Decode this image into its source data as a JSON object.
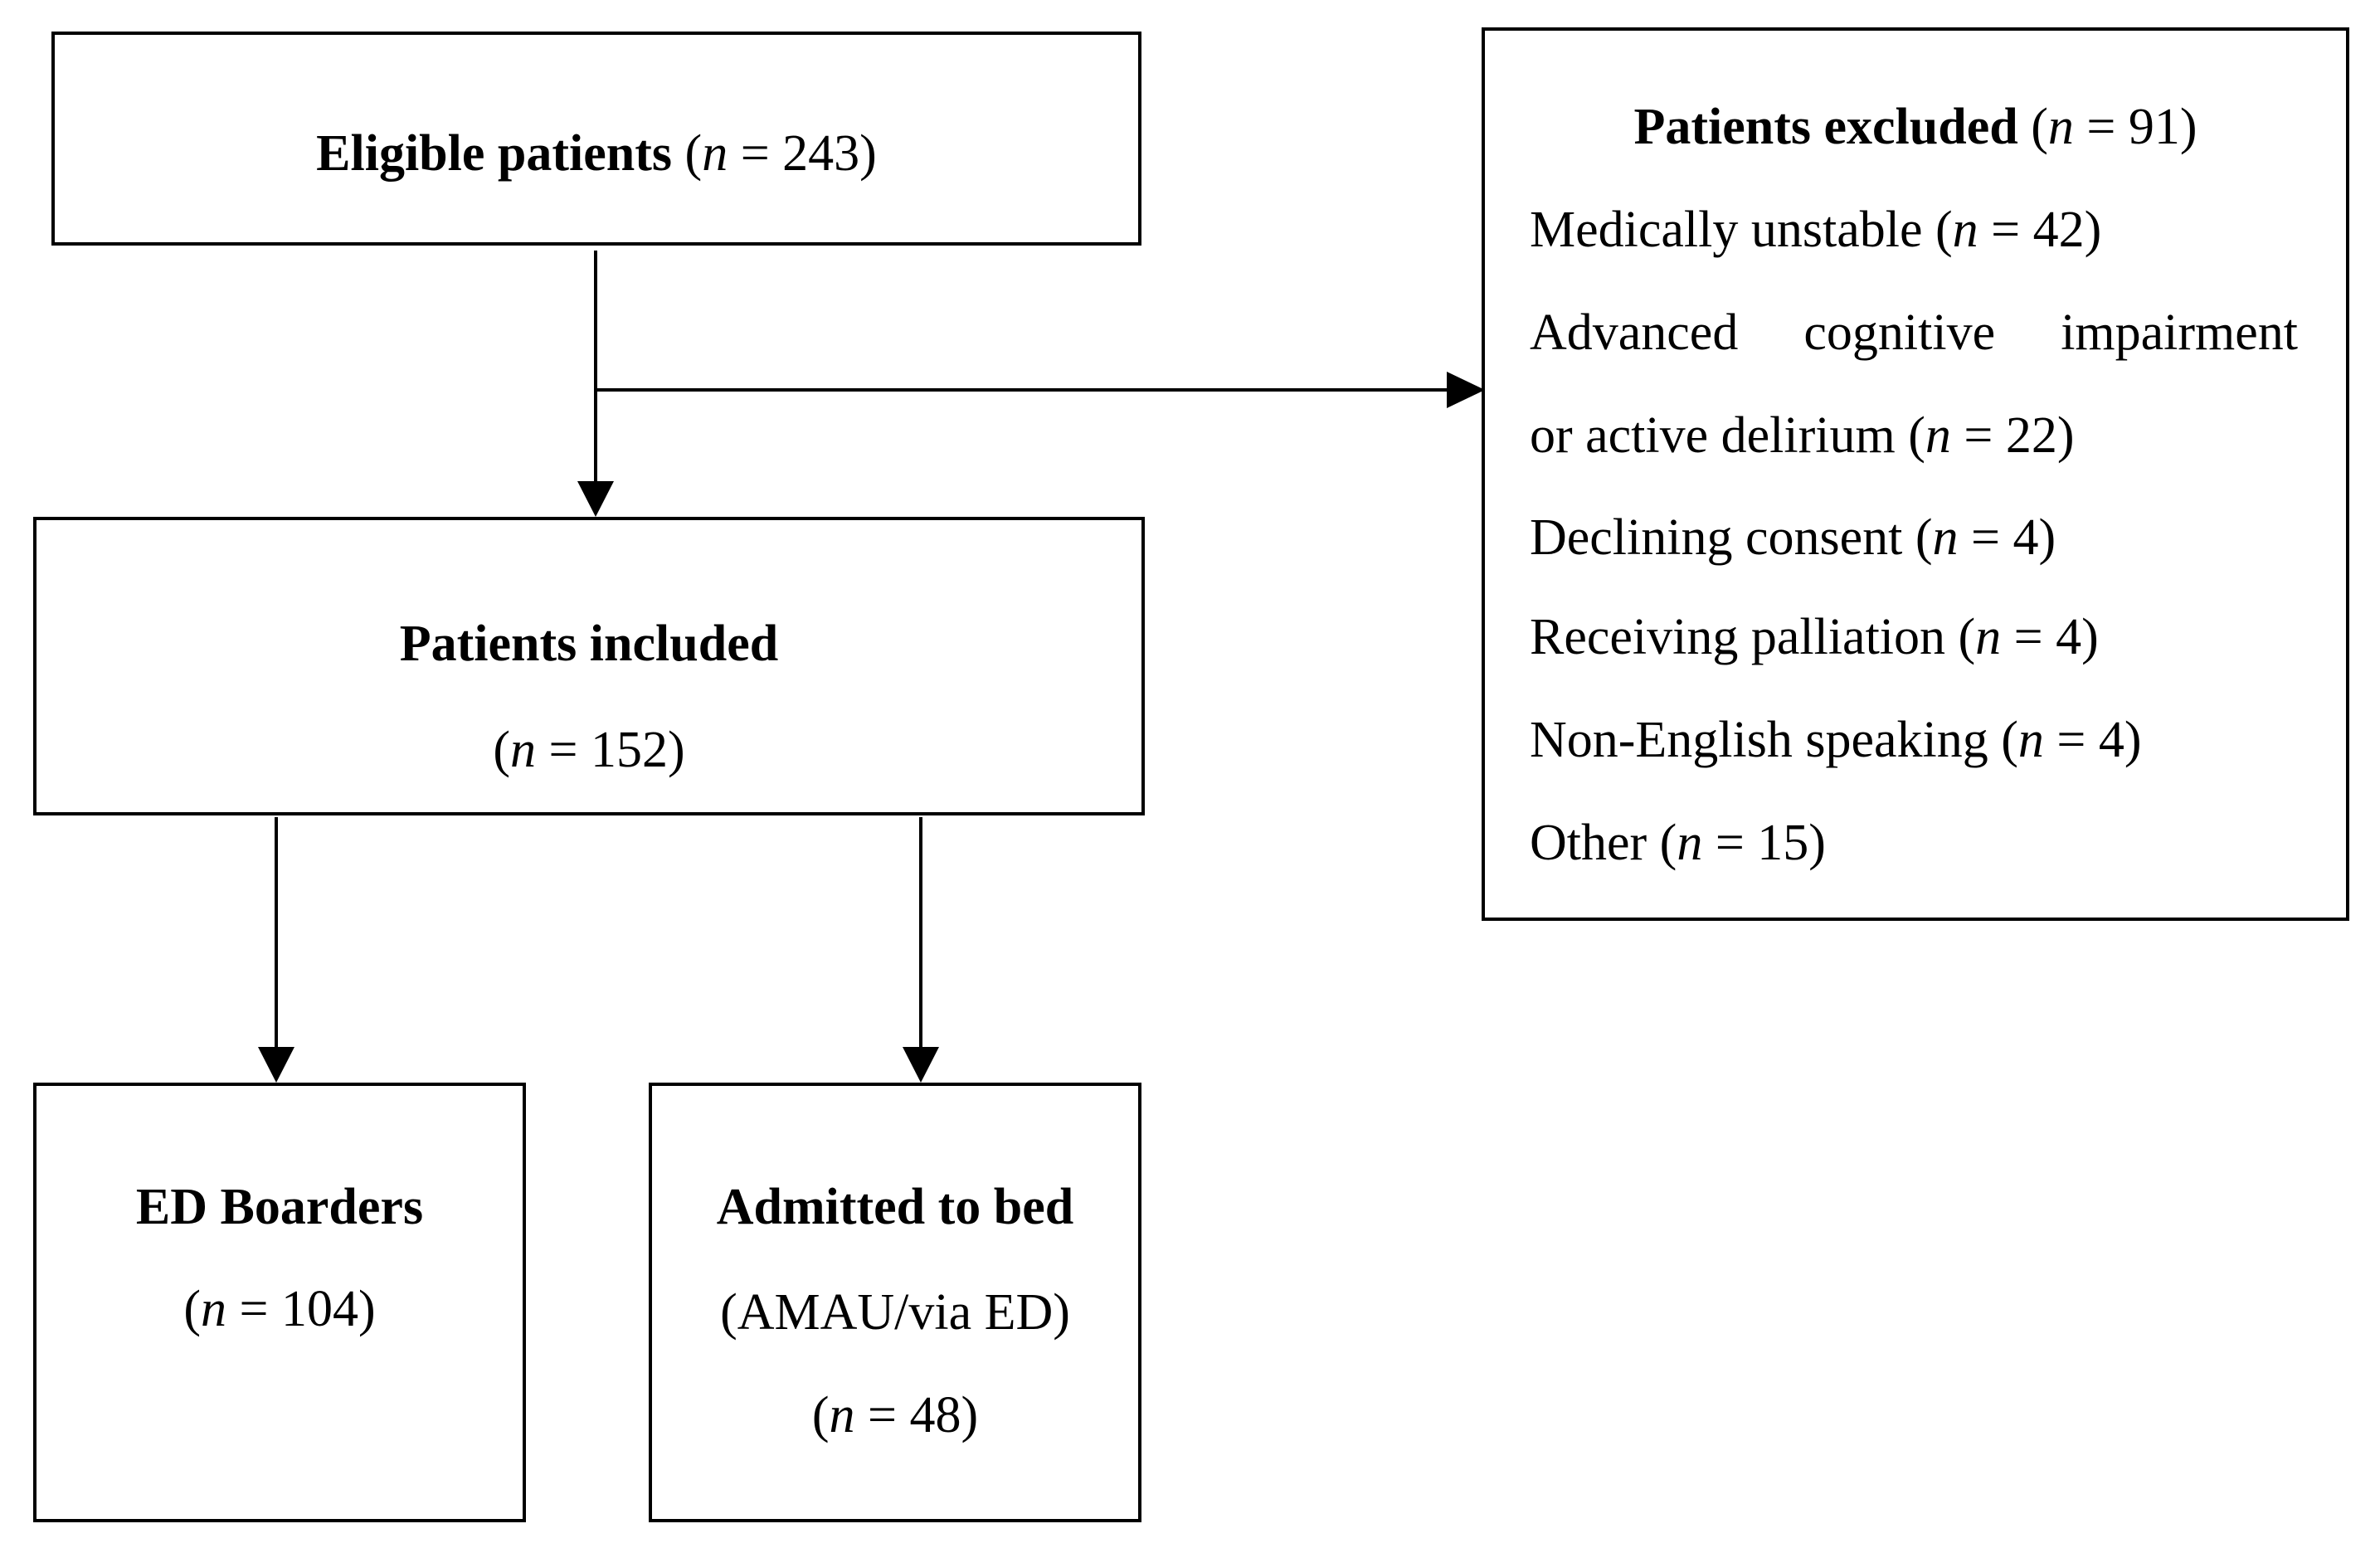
{
  "eligible": {
    "label": "Eligible patients",
    "n_open": "(",
    "n_sym": "n",
    "n_rest": " = 243)"
  },
  "included": {
    "label": "Patients included",
    "n_open": "(",
    "n_sym": "n",
    "n_rest": " = 152)"
  },
  "excluded": {
    "label": "Patients excluded",
    "n_open": " (",
    "n_sym": "n",
    "n_rest": " = 91)",
    "reasons": [
      {
        "text": "Medically unstable (",
        "n_sym": "n",
        "n_rest": " = 42)"
      },
      {
        "w1": "Advanced",
        "w2": "cognitive",
        "w3": "impairment"
      },
      {
        "text": "or active delirium (",
        "n_sym": "n",
        "n_rest": " = 22)"
      },
      {
        "text": "Declining consent (",
        "n_sym": "n",
        "n_rest": " = 4)"
      },
      {
        "text": "Receiving palliation (",
        "n_sym": "n",
        "n_rest": " = 4)"
      },
      {
        "text": "Non-English speaking (",
        "n_sym": "n",
        "n_rest": " = 4)"
      },
      {
        "text": "Other (",
        "n_sym": "n",
        "n_rest": " = 15)"
      }
    ]
  },
  "boarders": {
    "label": "ED Boarders",
    "n_open": "(",
    "n_sym": "n",
    "n_rest": " = 104)"
  },
  "admitted": {
    "label": "Admitted to bed",
    "sub": "(AMAU/via ED)",
    "n_open": "(",
    "n_sym": "n",
    "n_rest": " = 48)"
  }
}
